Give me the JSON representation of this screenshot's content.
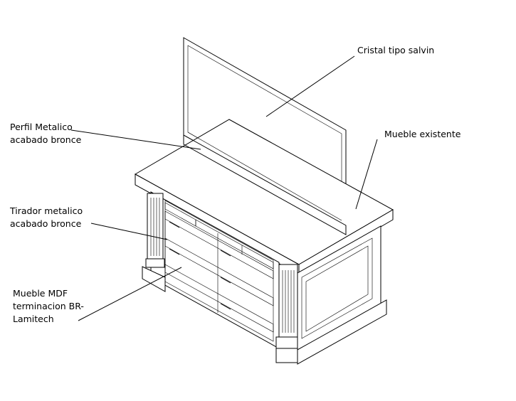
{
  "labels": {
    "glass": "Cristal tipo salvin",
    "profile": [
      "Perfil Metalico",
      "acabado bronce"
    ],
    "existing": "Mueble existente",
    "handle": [
      "Tirador metalico",
      "acabado bronce"
    ],
    "mdf": [
      "Mueble MDF",
      "terminacion BR-",
      "Lamitech"
    ]
  }
}
